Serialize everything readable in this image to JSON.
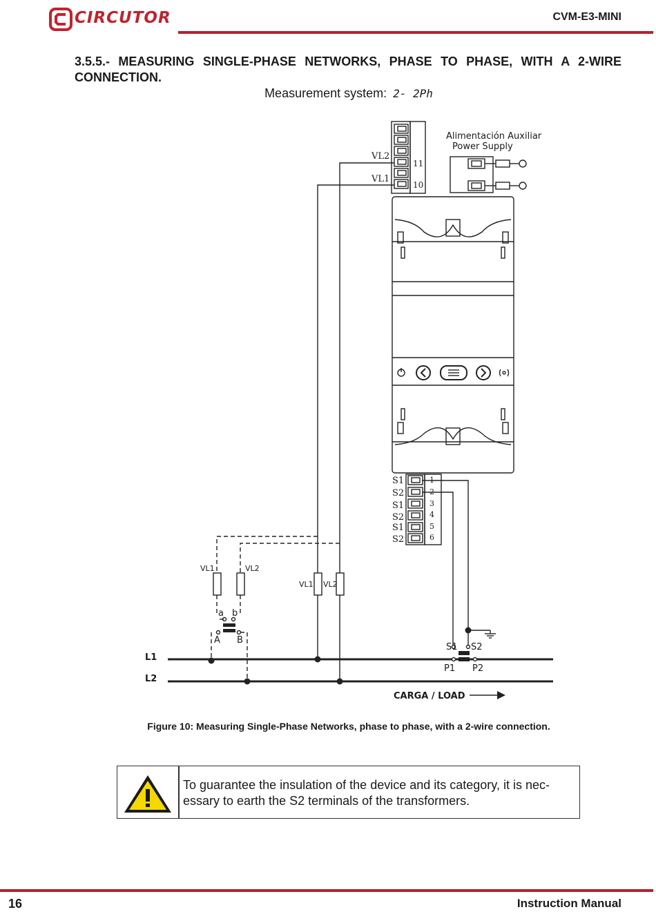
{
  "header": {
    "brand": "CIRCUTOR",
    "model": "CVM-E3-MINI",
    "accent_color": "#b3212b"
  },
  "section": {
    "title": "3.5.5.- MEASURING SINGLE-PHASE NETWORKS, PHASE TO PHASE, WITH A 2-WIRE CONNECTION.",
    "measurement_label": "Measurement system:",
    "measurement_code": "2- 2Ph"
  },
  "diagram": {
    "aux_supply_es": "Alimentación  Auxiliar",
    "aux_supply_en": "Power Supply",
    "terminal_vl2": "VL2",
    "terminal_vl1": "VL1",
    "terminal_11": "11",
    "terminal_10": "10",
    "current_labels": [
      "S1",
      "S2",
      "S1",
      "S2",
      "S1",
      "S2"
    ],
    "current_numbers": [
      "1",
      "2",
      "3",
      "4",
      "5",
      "6"
    ],
    "fuse_vl1": "VL1",
    "fuse_vl2": "VL2",
    "vt_a": "a",
    "vt_b": "b",
    "vt_A": "A",
    "vt_B": "B",
    "ct_s1": "S1",
    "ct_s2": "S2",
    "ct_p1": "P1",
    "ct_p2": "P2",
    "line_l1": "L1",
    "line_l2": "L2",
    "load_label": "CARGA / LOAD"
  },
  "figure_caption": "Figure 10: Measuring Single-Phase Networks, phase to phase, with a 2-wire connection.",
  "warning": {
    "icon": "warning-triangle-icon",
    "text": " To guarantee the insulation of the device and its category, it is nec-essary to earth the S2 terminals of the transformers."
  },
  "footer": {
    "page_number": "16",
    "label": "Instruction Manual"
  }
}
